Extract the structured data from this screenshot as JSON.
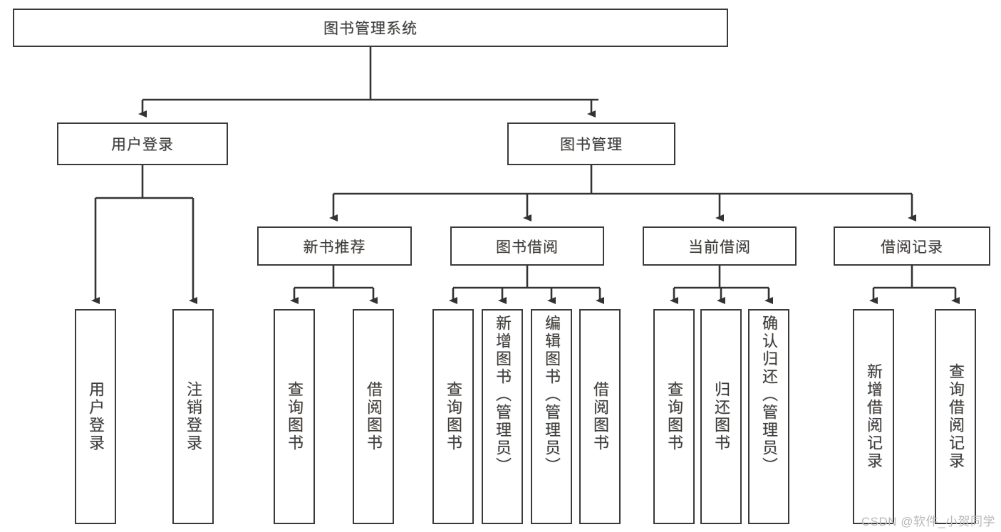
{
  "diagram": {
    "title": "图书管理系统",
    "type": "tree-hierarchy-diagram",
    "colors": {
      "background": "#ffffff",
      "box_border": "#3a3a3a",
      "box_fill": "#ffffff",
      "text": "#3d3d3d",
      "connector": "#333333",
      "watermark": "#b9b9b9"
    },
    "root": {
      "label": "图书管理系统"
    },
    "level1": [
      {
        "label": "用户登录"
      },
      {
        "label": "图书管理"
      }
    ],
    "level2": [
      {
        "label": "新书推荐"
      },
      {
        "label": "图书借阅"
      },
      {
        "label": "当前借阅"
      },
      {
        "label": "借阅记录"
      }
    ],
    "leaves": {
      "user_login": [
        {
          "label": "用户登录"
        },
        {
          "label": "注销登录"
        }
      ],
      "new_book_recommend": [
        {
          "label": "查询图书"
        },
        {
          "label": "借阅图书"
        }
      ],
      "book_borrow": [
        {
          "label": "查询图书"
        },
        {
          "label": "新增图书（管理员）"
        },
        {
          "label": "编辑图书（管理员）"
        },
        {
          "label": "借阅图书"
        }
      ],
      "current_borrow": [
        {
          "label": "查询图书"
        },
        {
          "label": "归还图书"
        },
        {
          "label": "确认归还（管理员）"
        }
      ],
      "borrow_record": [
        {
          "label": "新增借阅记录"
        },
        {
          "label": "查询借阅记录"
        }
      ]
    }
  },
  "watermark": {
    "text": "CSDN @软件_小贺同学"
  }
}
